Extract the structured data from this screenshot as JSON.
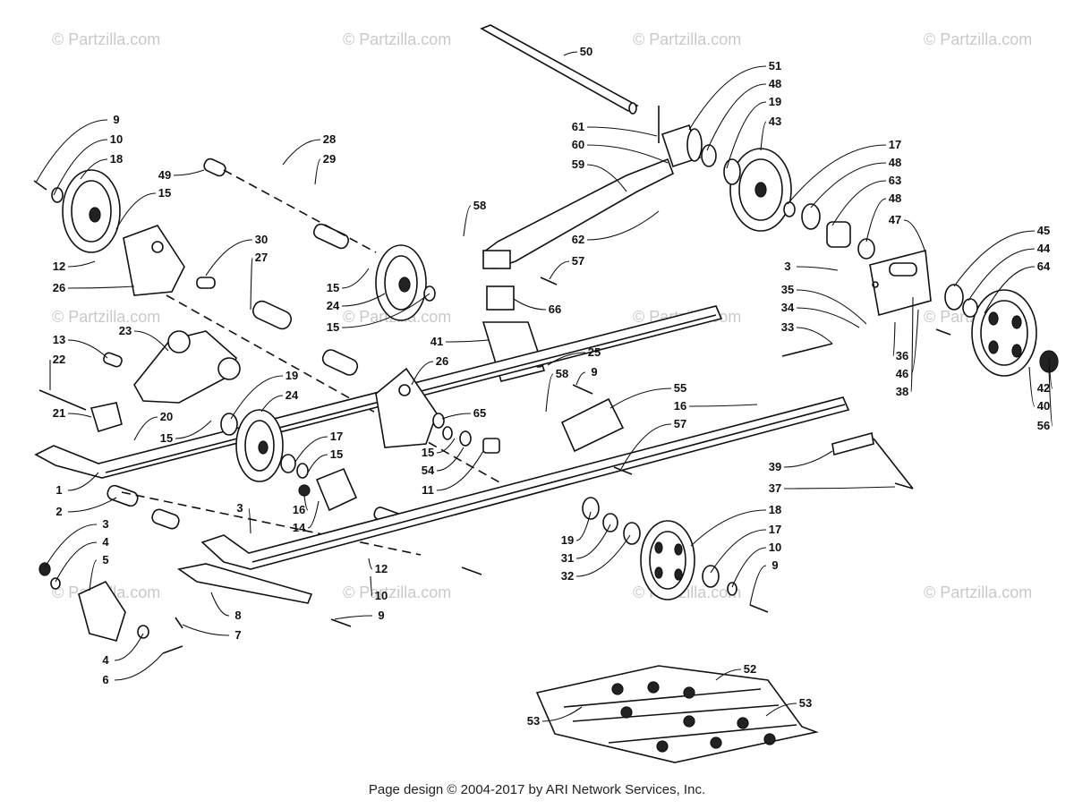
{
  "watermark_text": "© Partzilla.com",
  "footer_text": "Page design © 2004-2017 by ARI Network Services, Inc.",
  "callouts": [
    {
      "label": "50"
    },
    {
      "label": "51"
    },
    {
      "label": "48"
    },
    {
      "label": "19"
    },
    {
      "label": "43"
    },
    {
      "label": "61"
    },
    {
      "label": "60"
    },
    {
      "label": "59"
    },
    {
      "label": "17"
    },
    {
      "label": "48"
    },
    {
      "label": "63"
    },
    {
      "label": "48"
    },
    {
      "label": "47"
    },
    {
      "label": "45"
    },
    {
      "label": "44"
    },
    {
      "label": "64"
    },
    {
      "label": "9"
    },
    {
      "label": "10"
    },
    {
      "label": "18"
    },
    {
      "label": "28"
    },
    {
      "label": "29"
    },
    {
      "label": "49"
    },
    {
      "label": "15"
    },
    {
      "label": "58"
    },
    {
      "label": "62"
    },
    {
      "label": "57"
    },
    {
      "label": "30"
    },
    {
      "label": "27"
    },
    {
      "label": "12"
    },
    {
      "label": "26"
    },
    {
      "label": "15"
    },
    {
      "label": "24"
    },
    {
      "label": "15"
    },
    {
      "label": "66"
    },
    {
      "label": "3"
    },
    {
      "label": "35"
    },
    {
      "label": "34"
    },
    {
      "label": "33"
    },
    {
      "label": "36"
    },
    {
      "label": "46"
    },
    {
      "label": "38"
    },
    {
      "label": "41"
    },
    {
      "label": "25"
    },
    {
      "label": "9"
    },
    {
      "label": "42"
    },
    {
      "label": "40"
    },
    {
      "label": "56"
    },
    {
      "label": "13"
    },
    {
      "label": "23"
    },
    {
      "label": "22"
    },
    {
      "label": "19"
    },
    {
      "label": "24"
    },
    {
      "label": "26"
    },
    {
      "label": "21"
    },
    {
      "label": "20"
    },
    {
      "label": "15"
    },
    {
      "label": "17"
    },
    {
      "label": "15"
    },
    {
      "label": "65"
    },
    {
      "label": "58"
    },
    {
      "label": "55"
    },
    {
      "label": "16"
    },
    {
      "label": "57"
    },
    {
      "label": "15"
    },
    {
      "label": "54"
    },
    {
      "label": "11"
    },
    {
      "label": "1"
    },
    {
      "label": "2"
    },
    {
      "label": "16"
    },
    {
      "label": "14"
    },
    {
      "label": "39"
    },
    {
      "label": "37"
    },
    {
      "label": "3"
    },
    {
      "label": "3"
    },
    {
      "label": "4"
    },
    {
      "label": "5"
    },
    {
      "label": "12"
    },
    {
      "label": "10"
    },
    {
      "label": "9"
    },
    {
      "label": "19"
    },
    {
      "label": "31"
    },
    {
      "label": "32"
    },
    {
      "label": "18"
    },
    {
      "label": "17"
    },
    {
      "label": "10"
    },
    {
      "label": "9"
    },
    {
      "label": "8"
    },
    {
      "label": "7"
    },
    {
      "label": "4"
    },
    {
      "label": "6"
    },
    {
      "label": "52"
    },
    {
      "label": "53"
    },
    {
      "label": "53"
    }
  ]
}
